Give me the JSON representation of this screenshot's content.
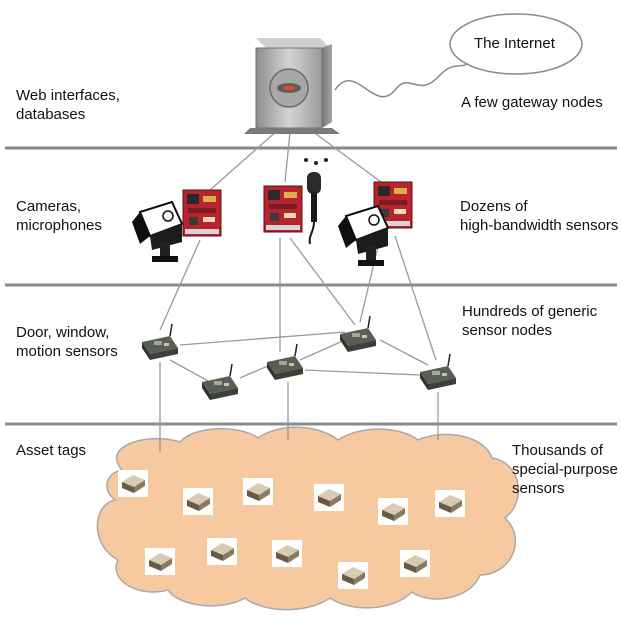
{
  "tiers": [
    {
      "left_label": [
        "Web interfaces,",
        "databases"
      ],
      "right_label": [
        "A few gateway nodes"
      ]
    },
    {
      "left_label": [
        "Cameras,",
        "microphones"
      ],
      "right_label": [
        "Dozens of",
        "high-bandwidth sensors"
      ]
    },
    {
      "left_label": [
        "Door, window,",
        "motion sensors"
      ],
      "right_label": [
        "Hundreds of generic",
        "sensor nodes"
      ]
    },
    {
      "left_label": [
        "Asset tags"
      ],
      "right_label": [
        "Thousands of",
        "special-purpose",
        "sensors"
      ]
    }
  ],
  "internet_label": "The Internet",
  "colors": {
    "divider": "#8a8a8a",
    "link": "#9a9a9a",
    "cloud_fill": "#f6c9a0",
    "cloud_stroke": "#a9a9a9",
    "board": "#b8232e",
    "server": "#b9b9b9"
  }
}
